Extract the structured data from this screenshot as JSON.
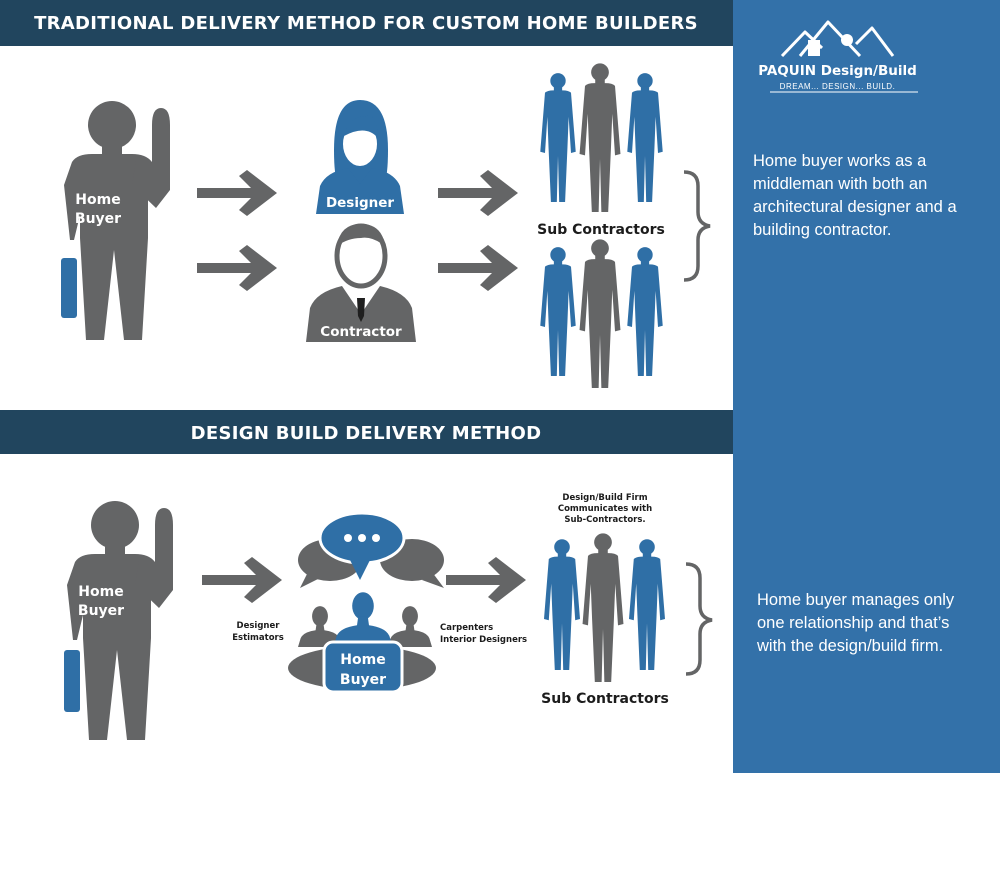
{
  "colors": {
    "gray": "#646566",
    "blue": "#2f6fa6",
    "header_bg": "#21455e",
    "panel_bg": "#3371a9"
  },
  "brand": {
    "name": "PAQUIN Design/Build",
    "tagline": "DREAM... DESIGN... BUILD."
  },
  "traditional": {
    "title": "TRADITIONAL DELIVERY METHOD FOR CUSTOM HOME BUILDERS",
    "buyer_label_1": "Home",
    "buyer_label_2": "Buyer",
    "designer_label": "Designer",
    "contractor_label": "Contractor",
    "subs_label": "Sub Contractors",
    "description": "Home buyer works as a middleman with both an architectural designer and a building contractor."
  },
  "design_build": {
    "title": "DESIGN BUILD DELIVERY METHOD",
    "buyer_label_1": "Home",
    "buyer_label_2": "Buyer",
    "left_note_1": "Designer",
    "left_note_2": "Estimators",
    "right_note_1": "Carpenters",
    "right_note_2": "Interior Designers",
    "center_label_1": "Home",
    "center_label_2": "Buyer",
    "firm_note_1": "Design/Build Firm",
    "firm_note_2": "Communicates with",
    "firm_note_3": "Sub-Contractors.",
    "subs_label": "Sub Contractors",
    "description": "Home buyer manages only one relationship and that’s with the design/build firm."
  }
}
